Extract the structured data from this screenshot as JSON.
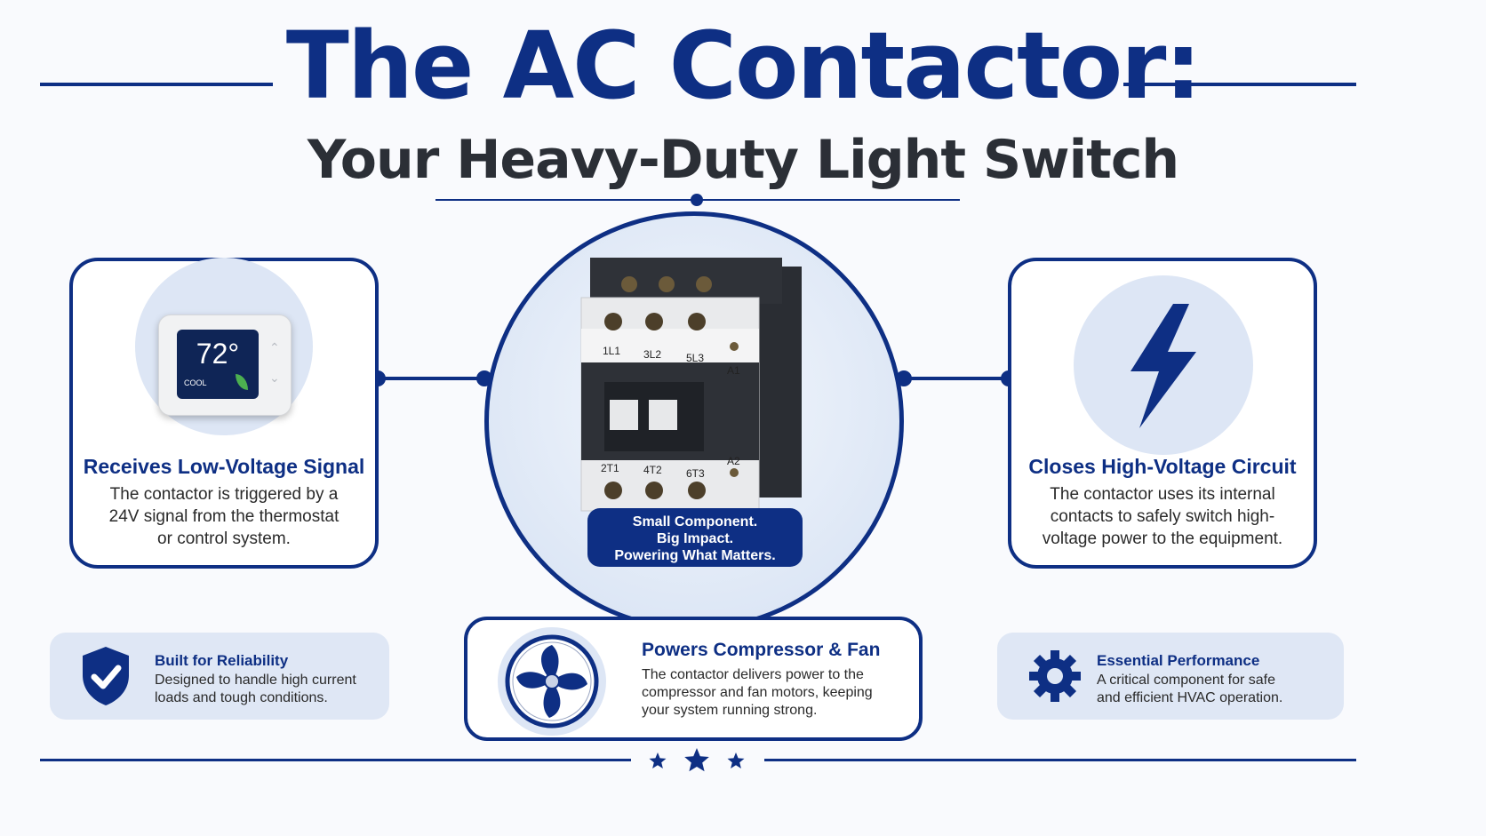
{
  "header": {
    "title": "The AC Contactor:",
    "subtitle": "Your Heavy-Duty Light Switch"
  },
  "left_card": {
    "thermostat_temp": "72°",
    "thermostat_mode": "COOL",
    "title": "Receives Low-Voltage Signal",
    "lines": [
      "The contactor is triggered by a",
      "24V signal from the thermostat",
      "or control system."
    ]
  },
  "center": {
    "terminals_top": [
      "1L1",
      "3L2",
      "5L3"
    ],
    "terminals_bottom": [
      "2T1",
      "4T2",
      "6T3"
    ],
    "coil_top": "A1",
    "coil_bottom": "A2",
    "badge_lines": [
      "Small Component.",
      "Big Impact.",
      "Powering What Matters."
    ]
  },
  "right_card": {
    "title": "Closes High-Voltage Circuit",
    "lines": [
      "The contactor uses its internal",
      "contacts to safely switch high-",
      "voltage power to the equipment."
    ]
  },
  "bottom_left": {
    "title": "Built for Reliability",
    "lines": [
      "Designed to handle high current",
      "loads and tough conditions."
    ]
  },
  "bottom_center": {
    "title": "Powers Compressor & Fan",
    "lines": [
      "The contactor delivers power to the",
      "compressor and fan motors, keeping",
      "your system running strong."
    ]
  },
  "bottom_right": {
    "title": "Essential Performance",
    "lines": [
      "A critical component for safe",
      "and efficient HVAC operation."
    ]
  },
  "colors": {
    "navy": "#0e2f84",
    "light_blue": "#dde6f5",
    "dark_text": "#2b2f36"
  },
  "icons": [
    "shield-check-icon",
    "fan-icon",
    "gear-icon",
    "lightning-bolt-icon",
    "thermostat-icon",
    "star-icon"
  ]
}
